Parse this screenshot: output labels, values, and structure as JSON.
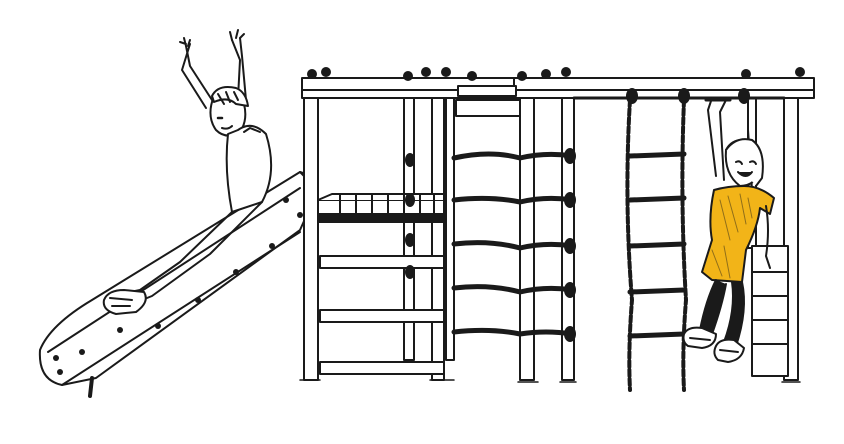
{
  "scene": {
    "subject": "playground-illustration",
    "palette": {
      "ink": "#1a1a1a",
      "paper": "#ffffff",
      "accent": "#f2b418"
    },
    "elements": [
      "slide",
      "boy-sliding",
      "wooden-play-frame",
      "platform",
      "climbing-rope-ladder",
      "rope-ladder-right",
      "monkey-bars",
      "girl-hanging",
      "side-ladder"
    ]
  }
}
